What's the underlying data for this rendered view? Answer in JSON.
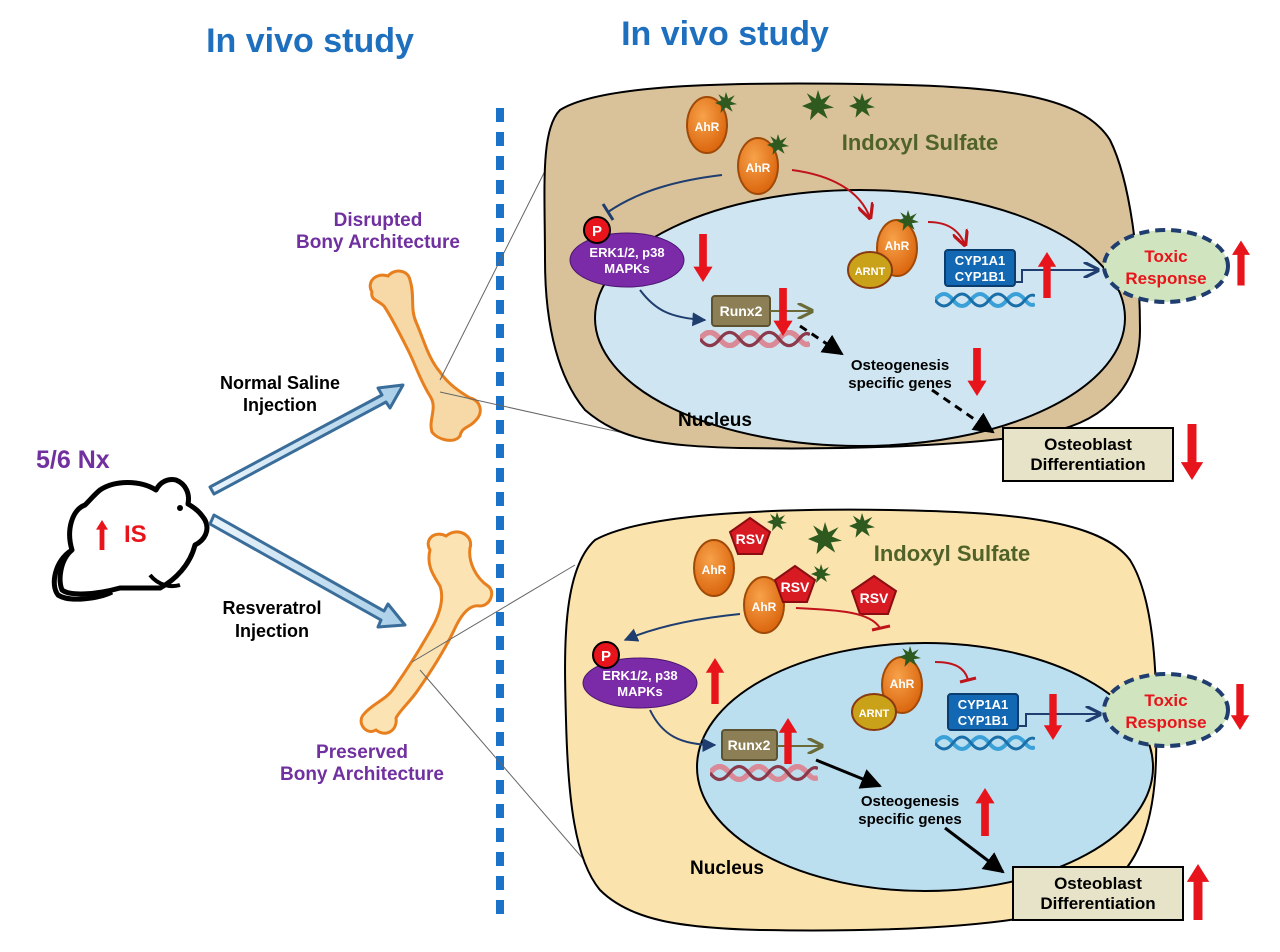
{
  "headers": {
    "left": "In vivo study",
    "right": "In vivo study"
  },
  "model": {
    "label": "5/6 Nx",
    "marker": "IS"
  },
  "left_panel": {
    "disrupted_line1": "Disrupted",
    "disrupted_line2": "Bony Architecture",
    "saline_line1": "Normal Saline",
    "saline_line2": "Injection",
    "resveratrol_line1": "Resveratrol",
    "resveratrol_line2": "Injection",
    "preserved_line1": "Preserved",
    "preserved_line2": "Bony Architecture"
  },
  "top_cell": {
    "indoxyl_sulfate": "Indoxyl Sulfate",
    "ahr": "AhR",
    "arnt": "ARNT",
    "phospho": "P",
    "erk_line1": "ERK1/2, p38",
    "erk_line2": "MAPKs",
    "runx2": "Runx2",
    "cyp_line1": "CYP1A1",
    "cyp_line2": "CYP1B1",
    "toxic_line1": "Toxic",
    "toxic_line2": "Response",
    "osteo_line1": "Osteogenesis",
    "osteo_line2": "specific genes",
    "nucleus": "Nucleus",
    "diff_line1": "Osteoblast",
    "diff_line2": "Differentiation"
  },
  "bottom_cell": {
    "indoxyl_sulfate": "Indoxyl Sulfate",
    "ahr": "AhR",
    "rsv": "RSV",
    "arnt": "ARNT",
    "phospho": "P",
    "erk_line1": "ERK1/2, p38",
    "erk_line2": "MAPKs",
    "runx2": "Runx2",
    "cyp_line1": "CYP1A1",
    "cyp_line2": "CYP1B1",
    "toxic_line1": "Toxic",
    "toxic_line2": "Response",
    "osteo_line1": "Osteogenesis",
    "osteo_line2": "specific genes",
    "nucleus": "Nucleus",
    "diff_line1": "Osteoblast",
    "diff_line2": "Differentiation"
  },
  "colors": {
    "header_blue": "#1f6fbf",
    "purple": "#7030a0",
    "red": "#e8141b",
    "ahr_orange": "#e8700f",
    "nucleus_blue": "#cfe6f2",
    "top_cell": "#d9c29a",
    "bottom_cell": "#fbe3ae",
    "indoxyl_green": "#4f6228",
    "dark_blue": "#1f3d6e"
  }
}
